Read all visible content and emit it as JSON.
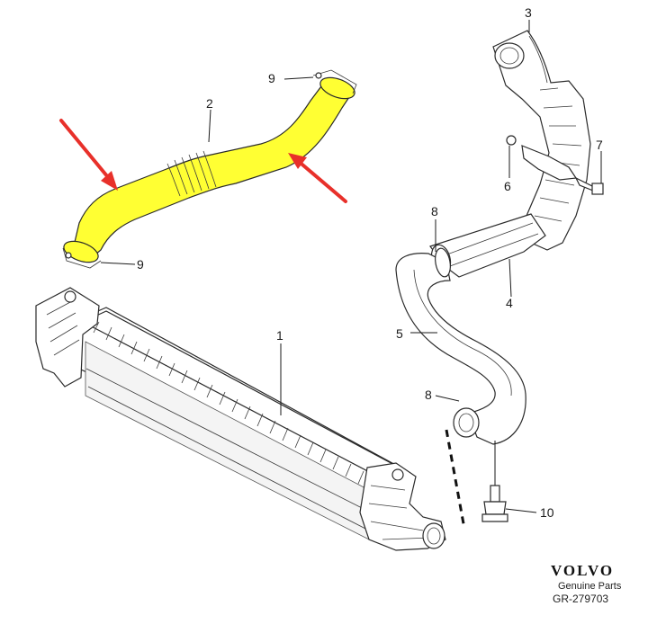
{
  "callouts": {
    "c1": "1",
    "c2": "2",
    "c3": "3",
    "c4": "4",
    "c5": "5",
    "c6": "6",
    "c7": "7",
    "c8a": "8",
    "c8b": "8",
    "c9a": "9",
    "c9b": "9",
    "c10": "10"
  },
  "brand": {
    "logo": "VOLVO",
    "subtitle": "Genuine Parts",
    "code": "GR-279703"
  },
  "colors": {
    "highlight": "#ffff33",
    "arrow": "#e8302a",
    "line": "#1a1a1a"
  }
}
